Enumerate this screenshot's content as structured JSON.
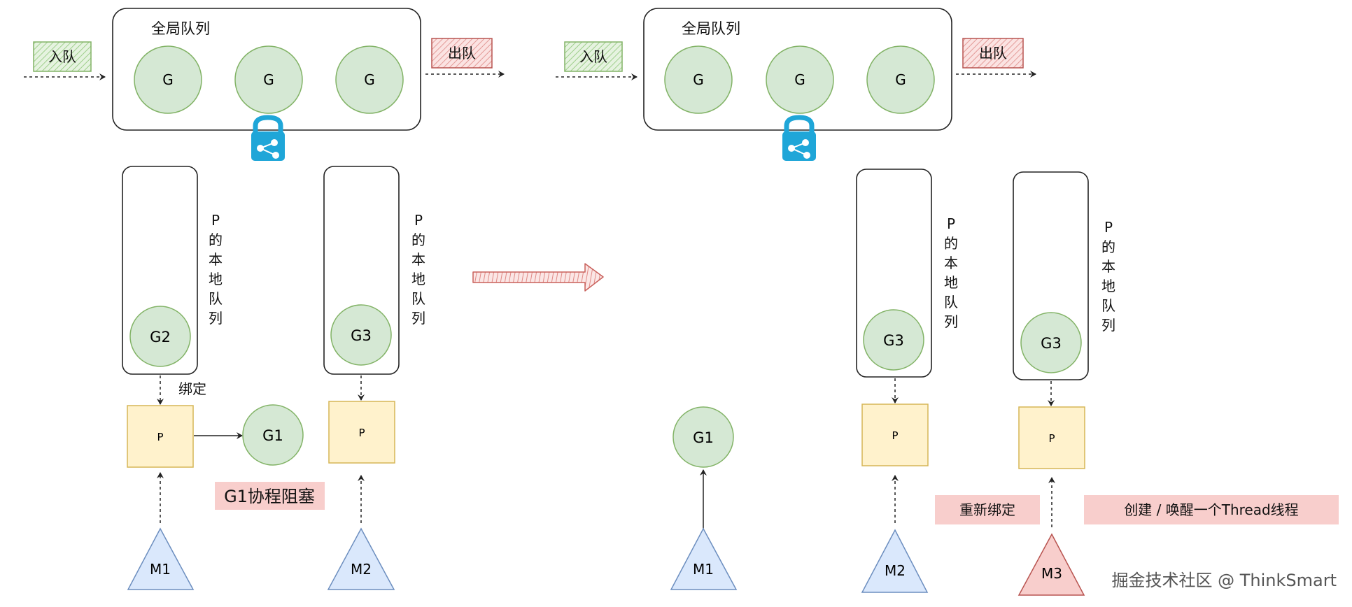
{
  "left_panel": {
    "global_queue_title": "全局队列",
    "enqueue_label": "入队",
    "dequeue_label": "出队",
    "global_goroutines": [
      "G",
      "G",
      "G"
    ],
    "p_queue_a": {
      "goroutine": "G2",
      "side_label": [
        "P",
        "的",
        "本",
        "地",
        "队",
        "列"
      ]
    },
    "p_queue_b": {
      "goroutine": "G3",
      "side_label": [
        "P",
        "的",
        "本",
        "地",
        "队",
        "列"
      ]
    },
    "bind_label": "绑定",
    "processor_a": "P",
    "processor_b": "P",
    "blocked_goroutine": "G1",
    "blocked_note": "G1协程阻塞",
    "machine_a": "M1",
    "machine_b": "M2"
  },
  "right_panel": {
    "global_queue_title": "全局队列",
    "enqueue_label": "入队",
    "dequeue_label": "出队",
    "global_goroutines": [
      "G",
      "G",
      "G"
    ],
    "detached_goroutine": "G1",
    "machine_a": "M1",
    "p_queue_b": {
      "goroutine": "G3",
      "side_label": [
        "P",
        "的",
        "本",
        "地",
        "队",
        "列"
      ]
    },
    "p_queue_c": {
      "goroutine": "G3",
      "side_label": [
        "P",
        "的",
        "本",
        "地",
        "队",
        "列"
      ]
    },
    "processor_b": "P",
    "processor_c": "P",
    "machine_b": "M2",
    "machine_c": "M3",
    "rebind_note": "重新绑定",
    "create_note": "创建 / 唤醒一个Thread线程"
  },
  "watermark": "掘金技术社区 @ ThinkSmart",
  "colors": {
    "goroutine_fill": "#d5e8d4",
    "goroutine_stroke": "#82b366",
    "processor_fill": "#fff2cc",
    "processor_stroke": "#d6b656",
    "machine_fill": "#dae8fc",
    "machine_stroke": "#6c8ebf",
    "machine_new_fill": "#f8cecc",
    "machine_new_stroke": "#b85450",
    "note_fill": "#f8cecc",
    "tag_green": "#82b366",
    "tag_red": "#b85450",
    "lock_body": "#1fa6d8"
  }
}
